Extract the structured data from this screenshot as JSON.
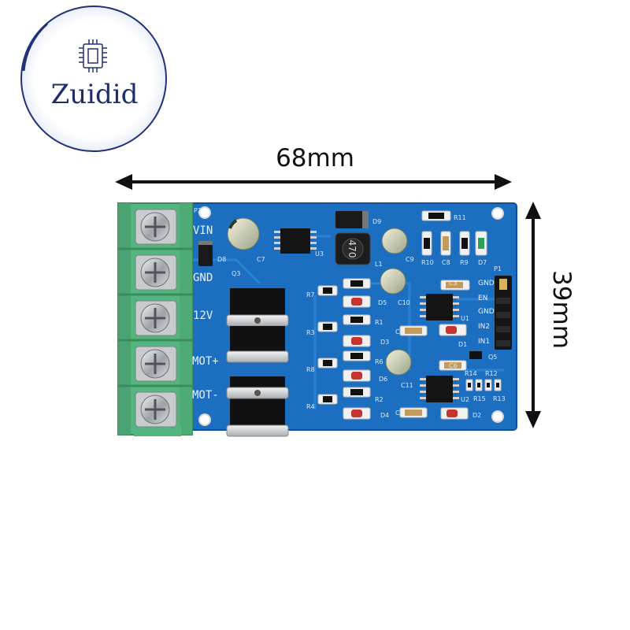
{
  "logo": {
    "brand": "Zuidid"
  },
  "dimensions": {
    "width_label": "68mm",
    "height_label": "39mm"
  },
  "board": {
    "terminal_labels": [
      "VIN",
      "GND",
      "12V",
      "MOT+",
      "MOT-"
    ],
    "header_pin_labels": [
      "GND",
      "EN",
      "GND",
      "IN2",
      "IN1"
    ],
    "inductor_marking": "470",
    "component_refs": [
      "P2",
      "D8",
      "C7",
      "U3",
      "D9",
      "L1",
      "C9",
      "R11",
      "R10",
      "C8",
      "R9",
      "D7",
      "P1",
      "Q3",
      "R7",
      "D5",
      "C10",
      "C3",
      "R1",
      "D3",
      "R3",
      "C1",
      "U1",
      "D1",
      "R6",
      "C6",
      "D6",
      "C11",
      "R8",
      "R2",
      "D4",
      "C4",
      "U2",
      "D2",
      "R4",
      "R14",
      "R12",
      "R15",
      "R13",
      "Q5"
    ]
  }
}
